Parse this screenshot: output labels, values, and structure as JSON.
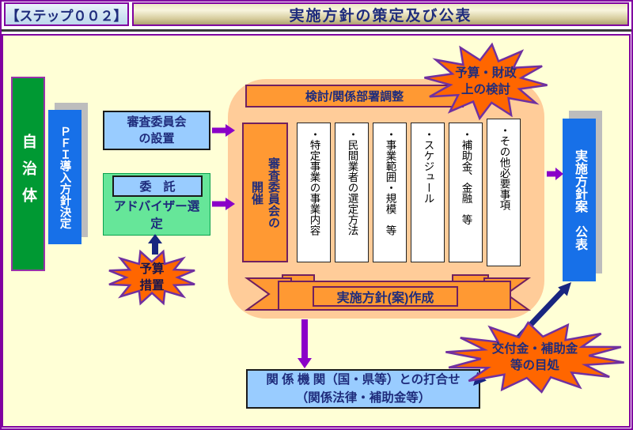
{
  "palette": {
    "background": "#FFFFD6",
    "frame_purple": "#8000A0",
    "navy_text": "#1F2C7C",
    "light_blue_box": "#99CCFF",
    "green_box": "#009933",
    "group_green": "#66E699",
    "blue_box": "#1770E8",
    "orange_box": "#FF9933",
    "container_peach": "#FFCC99",
    "starburst_fill": "#FF6600",
    "starburst_border": "#7030A0",
    "purple_arrow": "#8A00C8",
    "navy_arrow": "#182580"
  },
  "header": {
    "step": "【ステップ００２】",
    "title": "実施方針の策定及び公表"
  },
  "flow": {
    "municipality": "自治体",
    "pfi_decision": "ＰＦＩ導入方針決定",
    "committee_setup": "審査委員会\nの設置",
    "consignment": "委　託",
    "advisor": "アドバイザー選定",
    "budget_star": "予算\n措置",
    "coordination": "検討/関係部署調整",
    "committee_meeting": "審査委員会の\n開催",
    "agenda_items": [
      "・特定事業の事業内容",
      "・民間業者の選定方法",
      "・事業範囲・規模　等",
      "・スケジュール",
      "・補助金、金融　等",
      "・その他必要事項"
    ],
    "ribbon": "実施方針(案)作成",
    "finance_star": "予算・財政\n上の検討",
    "publication": "実施方針案　公表",
    "meeting": "関 係 機 関（国・県等）との打合せ\n（関係法律・補助金等）",
    "grants_star": "交付金・補助金\n等の目処"
  }
}
